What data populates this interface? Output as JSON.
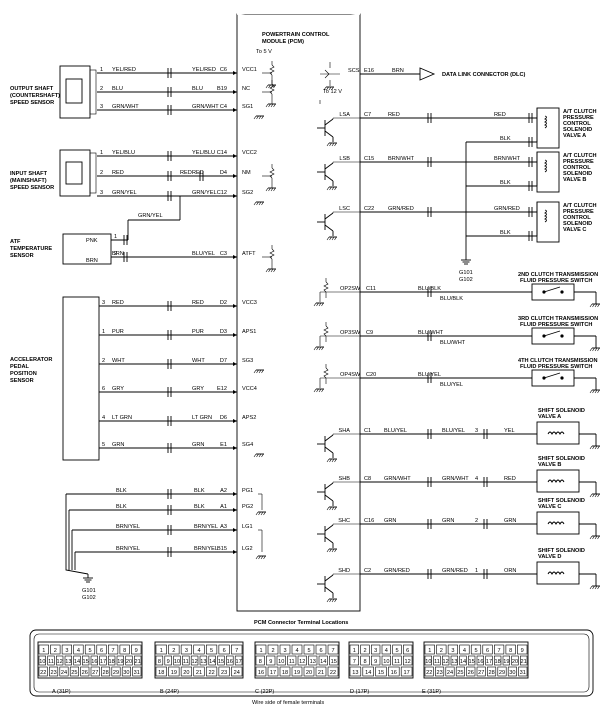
{
  "pcm": {
    "title_lines": [
      "POWERTRAIN CONTROL",
      "MODULE (PCM)"
    ],
    "to5v": "To 5 V",
    "to12v": "To 12 V"
  },
  "left_components": [
    {
      "label_lines": [
        "OUTPUT SHAFT",
        "(COUNTERSHAFT)",
        "SPEED SENSOR"
      ]
    },
    {
      "label_lines": [
        "INPUT SHAFT",
        "(MAINSHAFT)",
        "SPEED SENSOR"
      ]
    },
    {
      "label_lines": [
        "ATF",
        "TEMPERATURE",
        "SENSOR"
      ]
    },
    {
      "label_lines": [
        "ACCELERATOR",
        "PEDAL",
        "POSITION",
        "SENSOR"
      ]
    }
  ],
  "left_wires": [
    {
      "pin": "1",
      "wire": "YEL/RED",
      "wire2": "YEL/RED",
      "term": "C6",
      "sig": "VCC1"
    },
    {
      "pin": "2",
      "wire": "BLU",
      "wire2": "BLU",
      "term": "B19",
      "sig": "NC"
    },
    {
      "pin": "3",
      "wire": "GRN/WHT",
      "wire2": "GRN/WHT",
      "term": "C4",
      "sig": "SG1"
    },
    {
      "pin": "1",
      "wire": "YEL/BLU",
      "wire2": "YEL/BLU",
      "term": "C14",
      "sig": "VCC2"
    },
    {
      "pin": "2",
      "wire": "RED",
      "wire2": "RED",
      "term": "D4",
      "sig": "NM"
    },
    {
      "pin": "3",
      "wire": "GRN/YEL",
      "wire2": "GRN/YEL",
      "term": "C12",
      "sig": "SG2"
    },
    {
      "pin": "2",
      "wire": "BRN",
      "wire2": "BLU/YEL",
      "term": "C3",
      "sig": "ATFT"
    },
    {
      "pin": "3",
      "wire": "RED",
      "wire2": "RED",
      "term": "D2",
      "sig": "VCC3"
    },
    {
      "pin": "1",
      "wire": "PUR",
      "wire2": "PUR",
      "term": "D3",
      "sig": "APS1"
    },
    {
      "pin": "2",
      "wire": "WHT",
      "wire2": "WHT",
      "term": "D7",
      "sig": "SG3"
    },
    {
      "pin": "6",
      "wire": "GRY",
      "wire2": "GRY",
      "term": "E12",
      "sig": "VCC4"
    },
    {
      "pin": "4",
      "wire": "LT GRN",
      "wire2": "LT GRN",
      "term": "D6",
      "sig": "APS2"
    },
    {
      "pin": "5",
      "wire": "GRN",
      "wire2": "GRN",
      "term": "E1",
      "sig": "SG4"
    }
  ],
  "extra_labels": {
    "red_mid": "RED",
    "grn_yel_drop": "GRN/YEL",
    "pnk": "PNK",
    "pin1": "1"
  },
  "ground_wires": [
    {
      "wire": "BLK",
      "wire2": "BLK",
      "term": "A2",
      "sig": "PG1"
    },
    {
      "wire": "BLK",
      "wire2": "BLK",
      "term": "A1",
      "sig": "PG2"
    },
    {
      "wire": "BRN/YEL",
      "wire2": "BRN/YEL",
      "term": "A3",
      "sig": "LG1"
    },
    {
      "wire": "BRN/YEL",
      "wire2": "BRN/YEL",
      "term": "B15",
      "sig": "LG2"
    }
  ],
  "ground_label": [
    "G101",
    "G102"
  ],
  "right": {
    "dlc": {
      "sig": "SCS",
      "term": "E16",
      "wire": "BRN",
      "label": "DATA LINK CONNECTOR (DLC)"
    },
    "solenoids": [
      {
        "sig": "LSA",
        "term": "C7",
        "wire": "RED",
        "wire2": "RED",
        "label_lines": [
          "A/T CLUTCH",
          "PRESSURE",
          "CONTROL",
          "SOLENOID",
          "VALVE A"
        ]
      },
      {
        "sig": "LSB",
        "term": "C15",
        "wire": "BRN/WHT",
        "wire2": "BRN/WHT",
        "label_lines": [
          "A/T CLUTCH",
          "PRESSURE",
          "CONTROL",
          "SOLENOID",
          "VALVE B"
        ]
      },
      {
        "sig": "LSC",
        "term": "C22",
        "wire": "GRN/RED",
        "wire2": "GRN/RED",
        "label_lines": [
          "A/T CLUTCH",
          "PRESSURE",
          "CONTROL",
          "SOLENOID",
          "VALVE C"
        ]
      }
    ],
    "blk": "BLK",
    "ground_label": [
      "G101",
      "G102"
    ],
    "switches": [
      {
        "sig": "OP2SW",
        "term": "C11",
        "wire": "BLU/BLK",
        "wire2": "BLU/BLK",
        "label": "2ND CLUTCH TRANSMISSION FLUID PRESSURE SWITCH",
        "label_lines": [
          "2ND CLUTCH TRANSMISSION",
          "FLUID PRESSURE SWITCH"
        ]
      },
      {
        "sig": "OP3SW",
        "term": "C9",
        "wire": "BLU/WHT",
        "wire2": "BLU/WHT",
        "label": "3RD CLUTCH TRANSMISSION FLUID PRESSURE SWITCH",
        "label_lines": [
          "3RD CLUTCH TRANSMISSION",
          "FLUID PRESSURE SWITCH"
        ]
      },
      {
        "sig": "OP4SW",
        "term": "C20",
        "wire": "BLU/YEL",
        "wire2": "BLU/YEL",
        "label": "4TH CLUTCH TRANSMISSION FLUID PRESSURE SWITCH",
        "label_lines": [
          "4TH CLUTCH TRANSMISSION",
          "FLUID PRESSURE SWITCH"
        ]
      }
    ],
    "shift": [
      {
        "sig": "SHA",
        "term": "C1",
        "wire": "BLU/YEL",
        "wire2": "BLU/YEL",
        "pin": "3",
        "wire3": "YEL",
        "label_lines": [
          "SHIFT SOLENOID",
          "VALVE A"
        ]
      },
      {
        "sig": "SHB",
        "term": "C8",
        "wire": "GRN/WHT",
        "wire2": "GRN/WHT",
        "pin": "4",
        "wire3": "RED",
        "label_lines": [
          "SHIFT SOLENOID",
          "VALVE B"
        ]
      },
      {
        "sig": "SHC",
        "term": "C16",
        "wire": "GRN",
        "wire2": "GRN",
        "pin": "2",
        "wire3": "GRN",
        "label_lines": [
          "SHIFT SOLENOID",
          "VALVE C"
        ]
      },
      {
        "sig": "SHD",
        "term": "C2",
        "wire": "GRN/RED",
        "wire2": "GRN/RED",
        "pin": "1",
        "wire3": "ORN",
        "label_lines": [
          "SHIFT SOLENOID",
          "VALVE D"
        ]
      }
    ]
  },
  "connectors": {
    "title": "PCM Connector Terminal Locations",
    "footer": "Wire side of female terminals",
    "blocks": [
      {
        "label": "A (31P)",
        "rows": [
          [
            "1",
            "2",
            "3",
            "4",
            "5",
            "6",
            "7",
            "8",
            "9"
          ],
          [
            "10",
            "11",
            "12",
            "13",
            "14",
            "15",
            "16",
            "17",
            "18",
            "19",
            "20",
            "21"
          ],
          [
            "22",
            "23",
            "24",
            "25",
            "26",
            "27",
            "28",
            "29",
            "30",
            "31"
          ]
        ]
      },
      {
        "label": "B (24P)",
        "rows": [
          [
            "1",
            "2",
            "3",
            "4",
            "5",
            "6",
            "7"
          ],
          [
            "8",
            "9",
            "10",
            "11",
            "12",
            "13",
            "14",
            "15",
            "16",
            "17"
          ],
          [
            "18",
            "19",
            "20",
            "21",
            "22",
            "23",
            "24"
          ]
        ]
      },
      {
        "label": "C (22P)",
        "rows": [
          [
            "1",
            "2",
            "3",
            "4",
            "5",
            "6",
            "7"
          ],
          [
            "8",
            "9",
            "10",
            "11",
            "12",
            "13",
            "14",
            "15"
          ],
          [
            "16",
            "17",
            "18",
            "19",
            "20",
            "21",
            "22"
          ]
        ]
      },
      {
        "label": "D (17P)",
        "rows": [
          [
            "1",
            "2",
            "3",
            "4",
            "5",
            "6"
          ],
          [
            "7",
            "8",
            "9",
            "10",
            "11",
            "12"
          ],
          [
            "13",
            "14",
            "15",
            "16",
            "17"
          ]
        ]
      },
      {
        "label": "E (31P)",
        "rows": [
          [
            "1",
            "2",
            "3",
            "4",
            "5",
            "6",
            "7",
            "8",
            "9"
          ],
          [
            "10",
            "11",
            "12",
            "13",
            "14",
            "15",
            "16",
            "17",
            "18",
            "19",
            "20",
            "21"
          ],
          [
            "22",
            "23",
            "24",
            "25",
            "26",
            "27",
            "28",
            "29",
            "30",
            "31"
          ]
        ]
      }
    ]
  }
}
